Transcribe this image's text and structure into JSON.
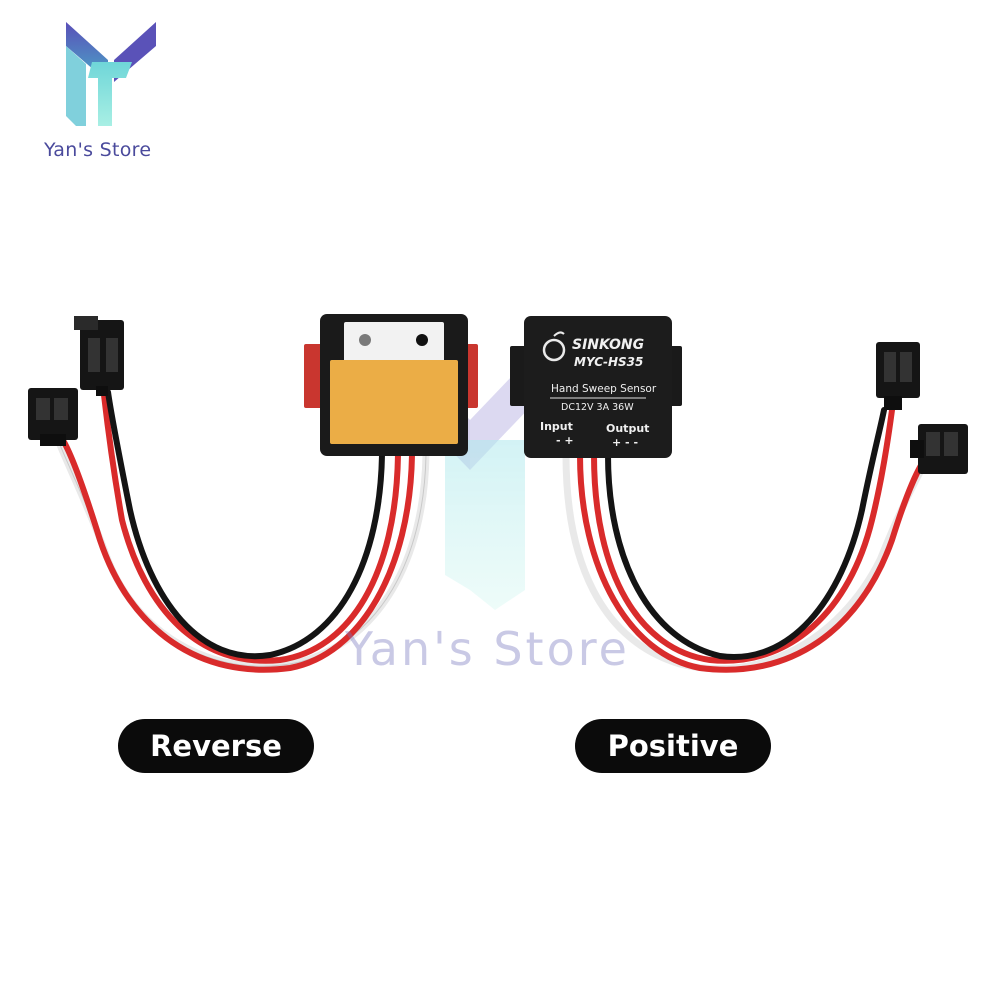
{
  "brand": {
    "name": "Yan's Store"
  },
  "products": {
    "reverse": {
      "label": "Reverse"
    },
    "positive": {
      "label": "Positive",
      "brand_text": "SINKONG",
      "model": "MYC-HS35",
      "sensor_type": "Hand Sweep Sensor",
      "rating": "DC12V 3A 36W",
      "input_label": "Input",
      "input_pins": "- +",
      "output_label": "Output",
      "output_pins": "+ - -"
    }
  },
  "watermark": {
    "text": "Yan's Store"
  },
  "colors": {
    "wire_red": "#d92b2b",
    "wire_black": "#141414",
    "wire_white": "#f3f3f3",
    "device_body": "#1a1a1a",
    "tape_orange": "#f0b24a",
    "tab_red": "#c9362f"
  }
}
